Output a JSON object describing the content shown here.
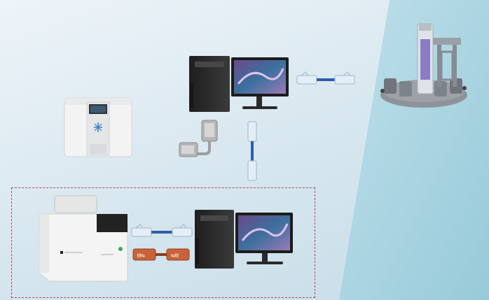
{
  "colors": {
    "background_left": "#e8f1f6",
    "background_right": "#a9d3e0",
    "dashed_border": "#b24a55",
    "cable_blue": "#2d5fa8",
    "cable_orange": "#c9643a",
    "tower": "#2b2b2b",
    "instrument_white": "#f2f2f2"
  },
  "devices": [
    {
      "name": "benchtop-instrument",
      "icon": "instrument-icon"
    },
    {
      "name": "workstation-top",
      "icon": "computer-monitor-icon"
    },
    {
      "name": "autosampler-carousel",
      "icon": "carousel-icon"
    },
    {
      "name": "analyzer-bottom",
      "icon": "analyzer-icon"
    },
    {
      "name": "workstation-bottom",
      "icon": "computer-monitor-icon"
    }
  ],
  "cables": [
    {
      "name": "ethernet-cable-top",
      "type": "ethernet"
    },
    {
      "name": "serial-cable",
      "type": "rs232"
    },
    {
      "name": "ethernet-cable-vertical",
      "type": "ethernet"
    },
    {
      "name": "ethernet-cable-bottom",
      "type": "ethernet"
    },
    {
      "name": "usb-cable-orange",
      "type": "usb"
    }
  ],
  "instrument_label": "",
  "analyzer_label": ""
}
